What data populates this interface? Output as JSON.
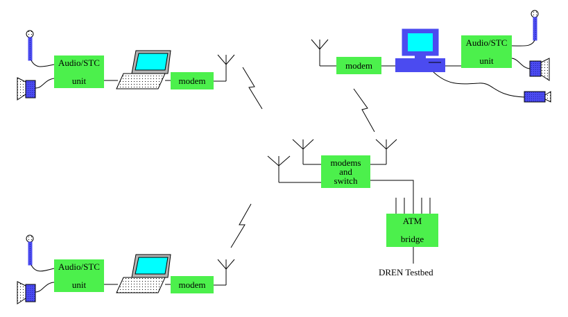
{
  "diagram": {
    "labels": {
      "audio_stc_line1": "Audio/STC",
      "audio_stc_line2": "unit",
      "modem": "modem",
      "switch_line1": "modems",
      "switch_line2": "and",
      "switch_line3": "switch",
      "atm_line1": "ATM",
      "atm_line2": "bridge",
      "testbed": "DREN Testbed"
    },
    "colors": {
      "box_fill": "#4cf04c",
      "device_blue": "#4b4bf0",
      "screen_cyan": "#00ffff",
      "laptop_gray": "#b4b4b4",
      "line": "#000000"
    },
    "icons": [
      "microphone-icon",
      "speaker-icon",
      "laptop-icon",
      "desktop-computer-icon",
      "antenna-icon",
      "radio-link-icon"
    ]
  }
}
